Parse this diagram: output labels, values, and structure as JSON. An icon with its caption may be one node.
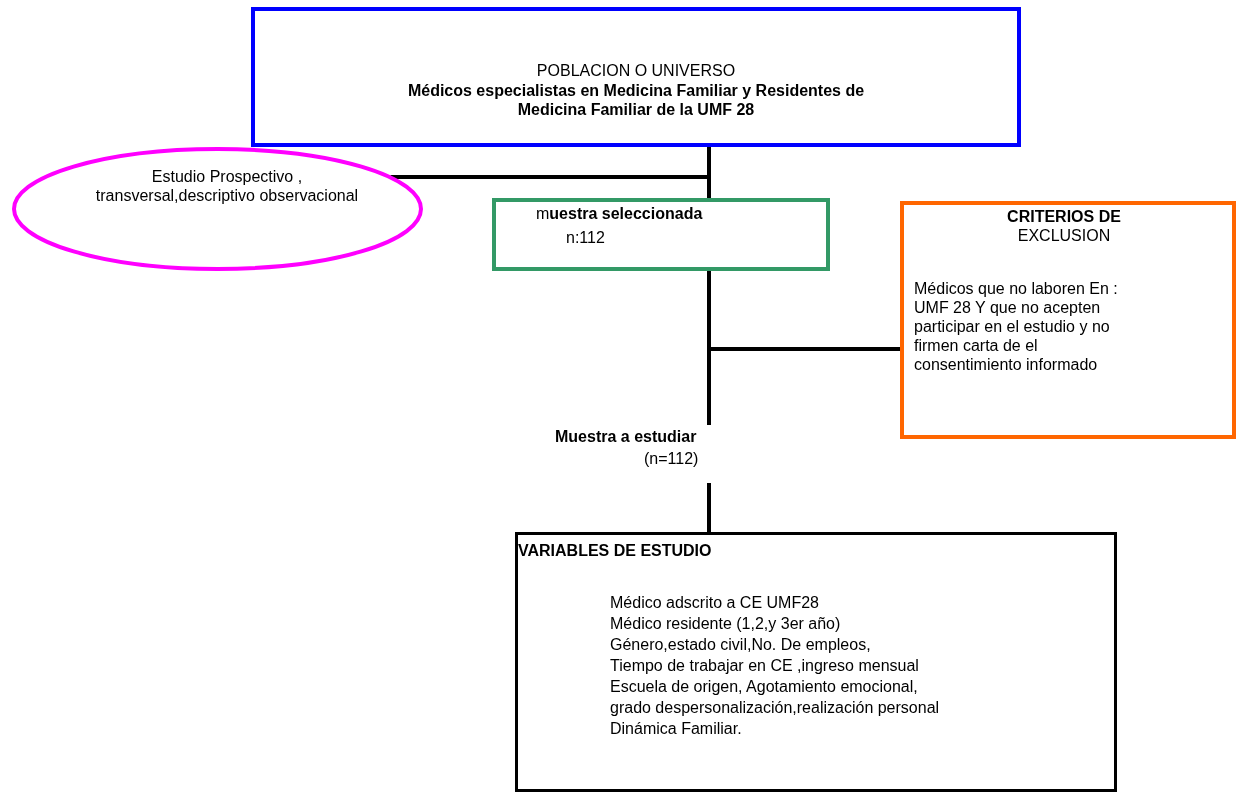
{
  "diagram": {
    "nodes": [
      {
        "text": [
          "POBLACION O UNIVERSO",
          "**Médicos especialistas en Medicina Familiar y Residentes de Medicina Familiar de la UMF 28**"
        ]
      },
      {
        "text": [
          "Estudio Prospectivo , transversal,descriptivo observacional"
        ]
      },
      {
        "text": [
          "m**uestra seleccionada**",
          "n:112"
        ]
      },
      {
        "text": [
          "**CRITERIOS DE** EXCLUSION",
          "Médicos que no laboren En : UMF 28 Y que no acepten participar en el estudio y no firmen carta de el consentimiento informado"
        ]
      },
      {
        "text": [
          "**Muestra a estudiar**",
          "(n=112)"
        ]
      },
      {
        "text": [
          "**VARIABLES DE ESTUDIO**",
          "Médico adscrito a CE UMF28",
          "Médico residente (1,2,y 3er año)",
          "Género,estado civil,No. De empleos,",
          "Tiempo de trabajar en CE ,ingreso mensual",
          "Escuela de origen, Agotamiento emocional,",
          "grado despersonalización,realización personal",
          "Dinámica Familiar."
        ]
      }
    ],
    "edges": [
      {
        "from": 0,
        "to": 1,
        "arrow": "none"
      },
      {
        "from": 0,
        "to": 2,
        "arrow": "none"
      },
      {
        "from": 2,
        "to": 3,
        "arrow": "none"
      },
      {
        "from": 2,
        "to": 4,
        "arrow": "none"
      },
      {
        "from": 4,
        "to": 5,
        "arrow": "none"
      }
    ]
  }
}
